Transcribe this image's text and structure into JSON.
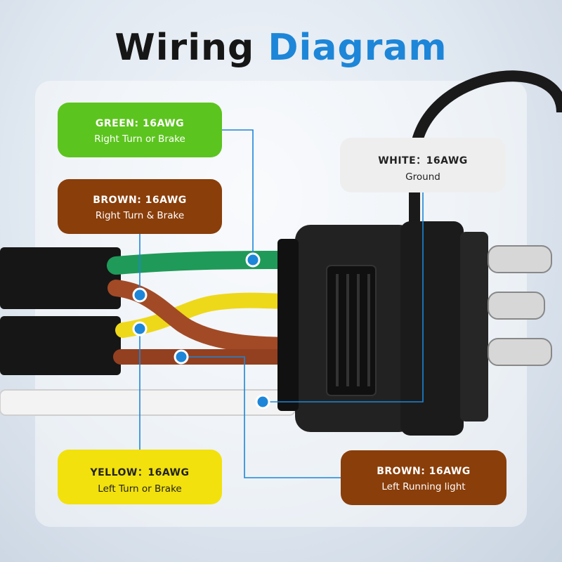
{
  "title": {
    "part1": "Wiring",
    "part2": "Diagram"
  },
  "colors": {
    "accent": "#1d86d8",
    "green": "#5cc41e",
    "brown": "#8a3e0a",
    "yellow": "#f2e10c",
    "white": "#eeeeee"
  },
  "labels": {
    "green": {
      "name": "GREEN: 16AWG",
      "desc": "Right Turn or Brake"
    },
    "brown1": {
      "name": "BROWN: 16AWG",
      "desc": "Right Turn & Brake"
    },
    "white": {
      "name": "WHITE：16AWG",
      "desc": "Ground"
    },
    "yellow": {
      "name": "YELLOW：16AWG",
      "desc": "Left Turn or Brake"
    },
    "brown2": {
      "name": "BROWN: 16AWG",
      "desc": "Left Running light"
    }
  }
}
